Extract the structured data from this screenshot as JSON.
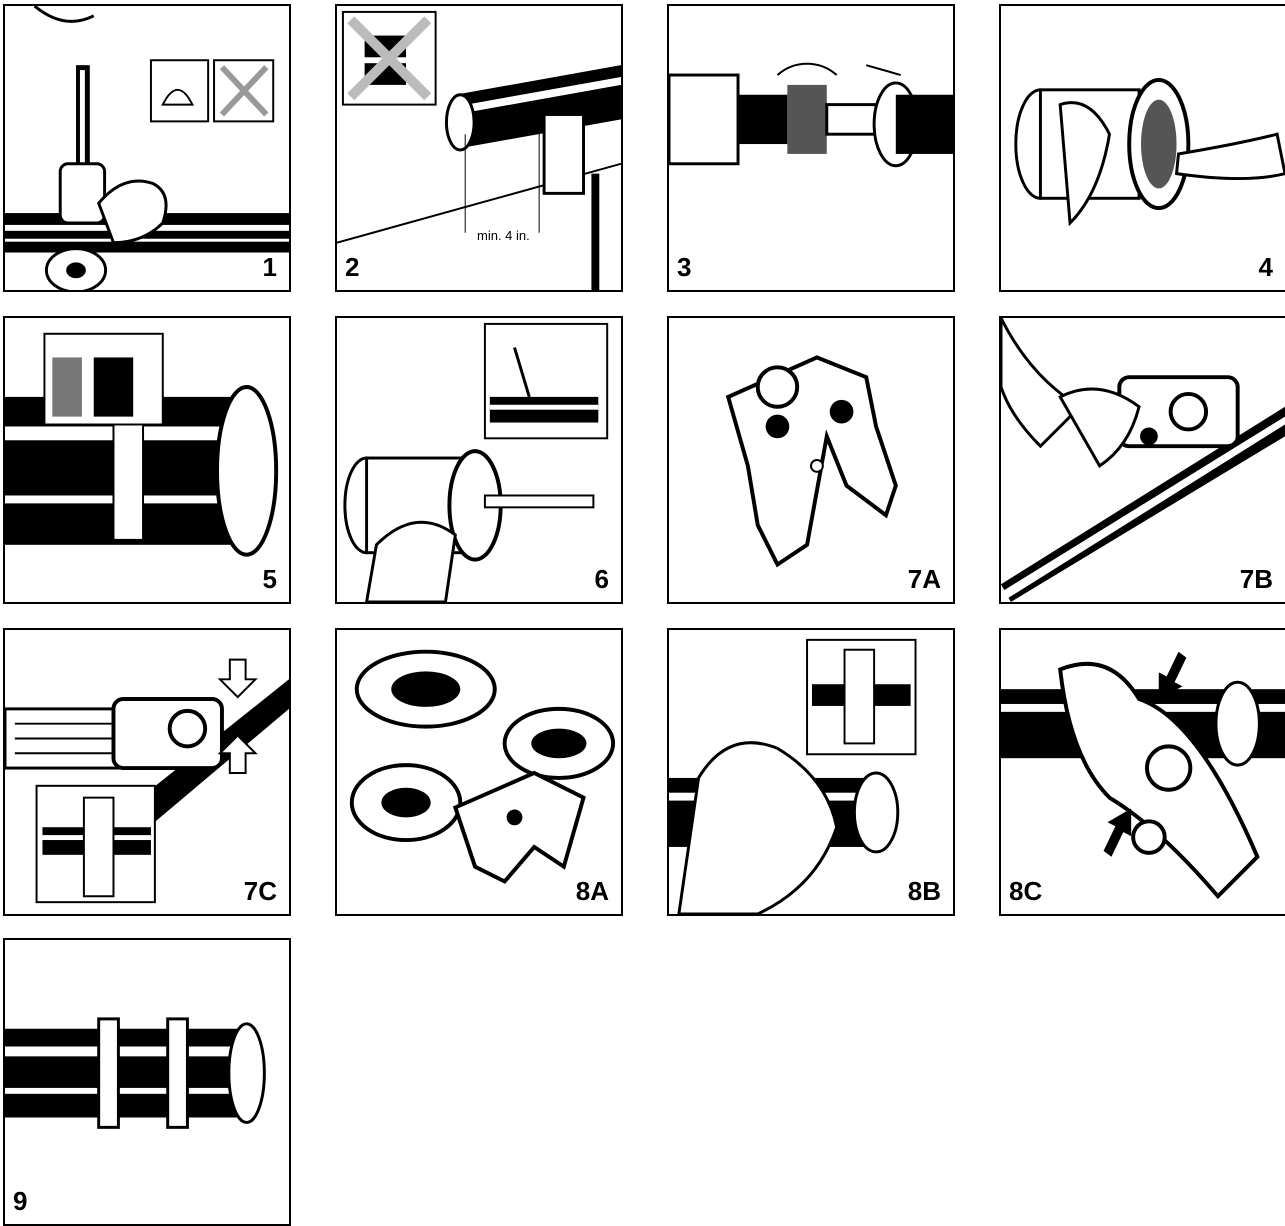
{
  "panels": [
    {
      "id": "p1",
      "label": "1"
    },
    {
      "id": "p2",
      "label": "2",
      "dimension": "min. 4 in."
    },
    {
      "id": "p3",
      "label": "3"
    },
    {
      "id": "p4",
      "label": "4"
    },
    {
      "id": "p5",
      "label": "5"
    },
    {
      "id": "p6",
      "label": "6"
    },
    {
      "id": "p7a",
      "label": "7A"
    },
    {
      "id": "p7b",
      "label": "7B"
    },
    {
      "id": "p7c",
      "label": "7C"
    },
    {
      "id": "p8a",
      "label": "8A"
    },
    {
      "id": "p8b",
      "label": "8B"
    },
    {
      "id": "p8c",
      "label": "8C"
    },
    {
      "id": "p9",
      "label": "9"
    }
  ]
}
